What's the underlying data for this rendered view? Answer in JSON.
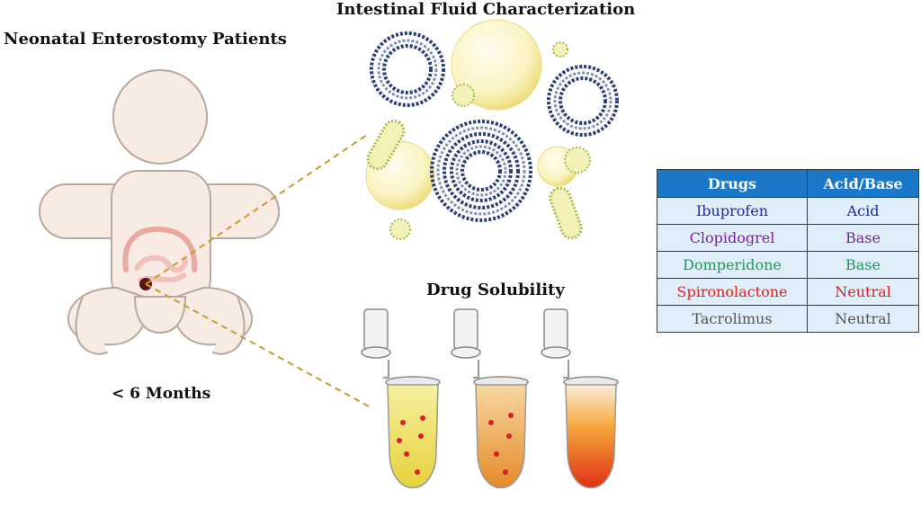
{
  "headings": {
    "neonatal": "Neonatal Enterostomy Patients",
    "intestinal": "Intestinal Fluid Characterization",
    "solubility": "Drug Solubility",
    "age": "< 6 Months"
  },
  "table": {
    "headers": [
      "Drugs",
      "Acid/Base"
    ],
    "rows": [
      {
        "drug": "Ibuprofen",
        "type": "Acid",
        "color": "#1f2aa0"
      },
      {
        "drug": "Clopidogrel",
        "type": "Base",
        "color": "#7a1fa2"
      },
      {
        "drug": "Domperidone",
        "type": "Base",
        "color": "#1a9a5c"
      },
      {
        "drug": "Spironolactone",
        "type": "Neutral",
        "color": "#e02020"
      },
      {
        "drug": "Tacrolimus",
        "type": "Neutral",
        "color": "#555555"
      }
    ]
  },
  "colors": {
    "header_bg": "#1b78c8",
    "cell_bg": "#dfeef8",
    "dashed_line": "#c99a30",
    "baby_fill": "#f8ebe3",
    "baby_stroke": "#b9a89e",
    "vesicle": "#2a3f7a",
    "micelle": "#9ec04a"
  },
  "icons": [
    "baby-silhouette",
    "intestine",
    "stoma",
    "vesicle",
    "micelle",
    "fat-droplet",
    "eppendorf-tube"
  ]
}
